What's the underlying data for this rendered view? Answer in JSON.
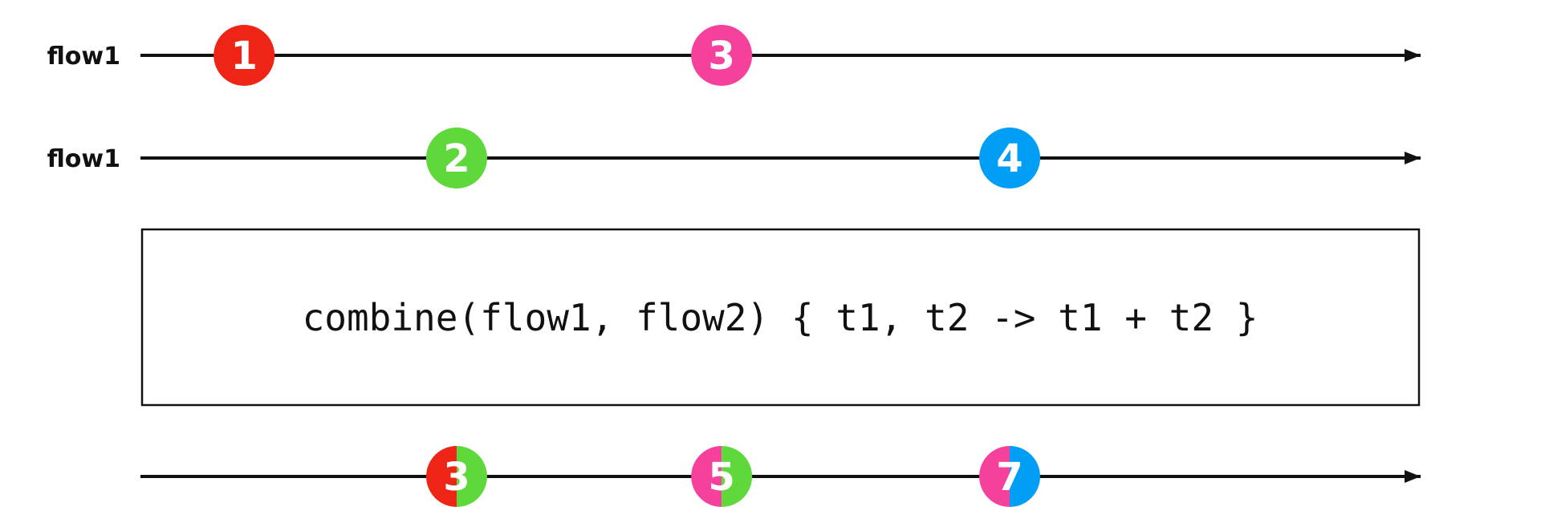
{
  "streams": [
    {
      "label": "flow1",
      "marbles": [
        {
          "value": "1",
          "t": 0.081,
          "colors": [
            "#EE2516"
          ]
        },
        {
          "value": "3",
          "t": 0.454,
          "colors": [
            "#F5409C"
          ]
        }
      ]
    },
    {
      "label": "flow1",
      "marbles": [
        {
          "value": "2",
          "t": 0.247,
          "colors": [
            "#5FD83B"
          ]
        },
        {
          "value": "4",
          "t": 0.679,
          "colors": [
            "#009FF5"
          ]
        }
      ]
    }
  ],
  "operator": {
    "text": "combine(flow1, flow2) { t1, t2 -> t1 + t2 }"
  },
  "output": {
    "label": "",
    "marbles": [
      {
        "value": "3",
        "t": 0.247,
        "colors": [
          "#EE2516",
          "#5FD83B"
        ]
      },
      {
        "value": "5",
        "t": 0.454,
        "colors": [
          "#F5409C",
          "#5FD83B"
        ]
      },
      {
        "value": "7",
        "t": 0.679,
        "colors": [
          "#F5409C",
          "#009FF5"
        ]
      }
    ]
  },
  "colors": {
    "line": "#111111",
    "marble_text": "#ffffff",
    "box_border": "#111111"
  }
}
